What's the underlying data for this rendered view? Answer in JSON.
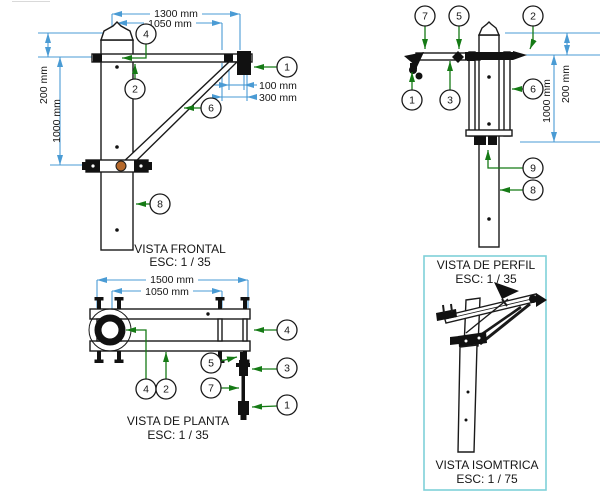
{
  "drawing": {
    "background": "#ffffff",
    "colors": {
      "line": "#1a1a1a",
      "dimension": "#4a9bd4",
      "leader": "#157a15",
      "clamp_accent": "#b5682a",
      "frame_border": "#7fd0d8"
    },
    "views": {
      "frontal": {
        "title": "VISTA FRONTAL",
        "scale": "ESC: 1 / 35",
        "dims": {
          "width_total": "1300 mm",
          "width_arm": "1050 mm",
          "height_top": "200 mm",
          "height_brace": "1000 mm",
          "tip_offset": "100 mm",
          "tip_total": "300 mm"
        },
        "callouts": {
          "c4": "4",
          "c2": "2",
          "c1": "1",
          "c6": "6",
          "c8": "8"
        }
      },
      "perfil": {
        "title": "VISTA DE PERFIL",
        "scale": "ESC: 1 / 35",
        "dims": {
          "height_top": "200 mm",
          "height_bracket": "1000 mm"
        },
        "callouts": {
          "c7": "7",
          "c5": "5",
          "c2": "2",
          "c1": "1",
          "c3": "3",
          "c6": "6",
          "c9": "9",
          "c8": "8"
        }
      },
      "planta": {
        "title": "VISTA DE PLANTA",
        "scale": "ESC: 1 / 35",
        "dims": {
          "length_total": "1500 mm",
          "length_arm": "1050 mm"
        },
        "callouts": {
          "c4_right": "4",
          "c5": "5",
          "c3": "3",
          "c7": "7",
          "c1": "1",
          "c4_bottom": "4",
          "c2_bottom": "2"
        }
      },
      "isometrica": {
        "title": "VISTA ISOMTRICA",
        "scale": "ESC: 1 / 75"
      }
    }
  }
}
